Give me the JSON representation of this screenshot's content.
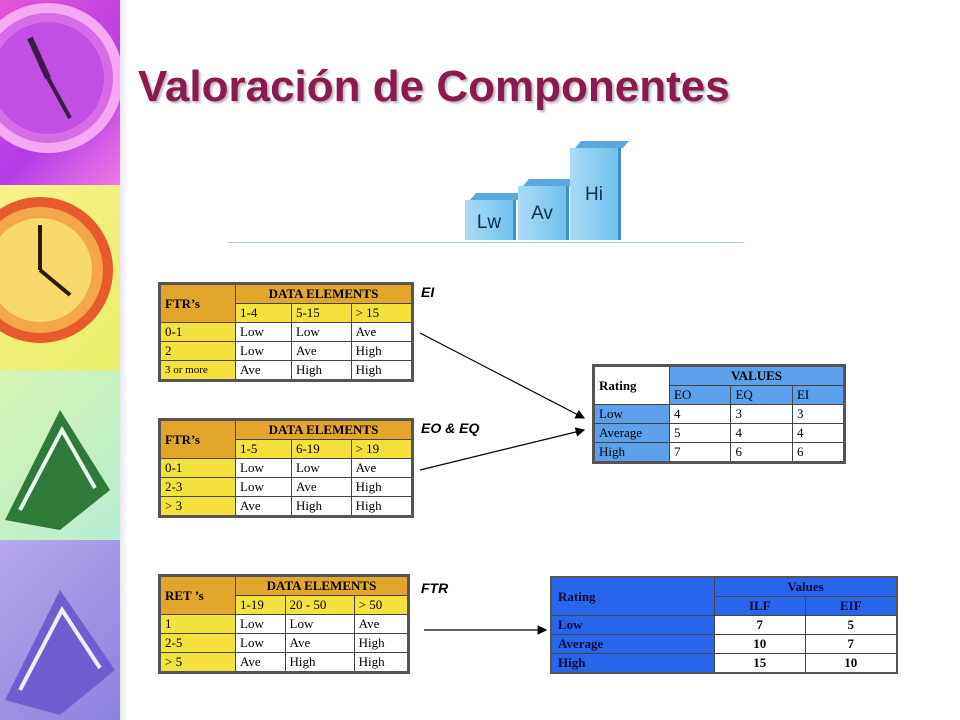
{
  "slide": {
    "title": "Valoración de Componentes"
  },
  "bars": {
    "low": "Lw",
    "average": "Av",
    "high": "Hi"
  },
  "labels": {
    "ei": "EI",
    "eo_eq": "EO & EQ",
    "ftr": "FTR"
  },
  "table_ei": {
    "corner": "FTR’s",
    "header": "DATA ELEMENTS",
    "ranges": [
      "1-4",
      "5-15",
      "> 15"
    ],
    "rows": [
      {
        "label": "0-1",
        "vals": [
          "Low",
          "Low",
          "Ave"
        ]
      },
      {
        "label": "2",
        "vals": [
          "Low",
          "Ave",
          "High"
        ]
      },
      {
        "label": "3 or more",
        "vals": [
          "Ave",
          "High",
          "High"
        ]
      }
    ]
  },
  "table_eo": {
    "corner": "FTR’s",
    "header": "DATA ELEMENTS",
    "ranges": [
      "1-5",
      "6-19",
      "> 19"
    ],
    "rows": [
      {
        "label": "0-1",
        "vals": [
          "Low",
          "Low",
          "Ave"
        ]
      },
      {
        "label": "2-3",
        "vals": [
          "Low",
          "Ave",
          "High"
        ]
      },
      {
        "label": "> 3",
        "vals": [
          "Ave",
          "High",
          "High"
        ]
      }
    ]
  },
  "table_ret": {
    "corner": "RET ’s",
    "header": "DATA ELEMENTS",
    "ranges": [
      "1-19",
      "20 - 50",
      "> 50"
    ],
    "rows": [
      {
        "label": "1",
        "vals": [
          "Low",
          "Low",
          "Ave"
        ]
      },
      {
        "label": "2-5",
        "vals": [
          "Low",
          "Ave",
          "High"
        ]
      },
      {
        "label": "> 5",
        "vals": [
          "Ave",
          "High",
          "High"
        ]
      }
    ]
  },
  "rating_values": {
    "corner": "Rating",
    "header": "VALUES",
    "cols": [
      "EO",
      "EQ",
      "EI"
    ],
    "rows": [
      {
        "label": "Low",
        "vals": [
          "4",
          "3",
          "3"
        ]
      },
      {
        "label": "Average",
        "vals": [
          "5",
          "4",
          "4"
        ]
      },
      {
        "label": "High",
        "vals": [
          "7",
          "6",
          "6"
        ]
      }
    ]
  },
  "rating_ftr": {
    "corner": "Rating",
    "header": "Values",
    "cols": [
      "ILF",
      "EIF"
    ],
    "rows": [
      {
        "label": "Low",
        "vals": [
          "7",
          "5"
        ]
      },
      {
        "label": "Average",
        "vals": [
          "10",
          "7"
        ]
      },
      {
        "label": "High",
        "vals": [
          "15",
          "10"
        ]
      }
    ]
  }
}
